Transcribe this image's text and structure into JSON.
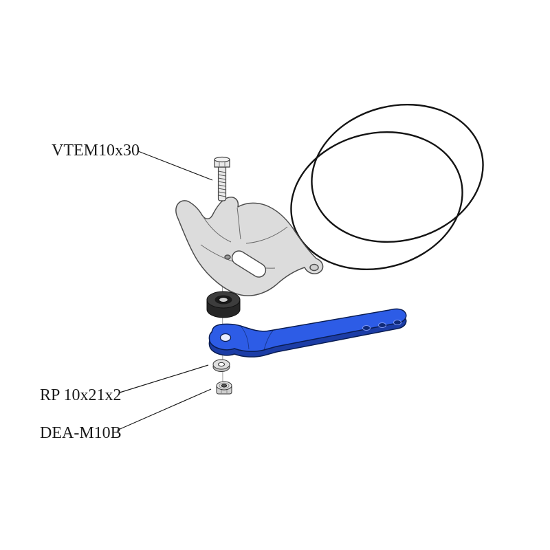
{
  "labels": {
    "bolt": "VTEM10x30",
    "washer": "RP 10x21x2",
    "nut": "DEA-M10B"
  },
  "colors": {
    "background": "#ffffff",
    "line": "#1a1a1a",
    "bracket_fill": "#dcdcdc",
    "bracket_stroke": "#4d4d4d",
    "metal_fill": "#e9e9e9",
    "bushing_fill": "#262626",
    "bushing_top": "#3d3d3d",
    "arm_top": "#2d5ce6",
    "arm_side": "#1c3da6",
    "arm_outline": "#0a1d52"
  }
}
